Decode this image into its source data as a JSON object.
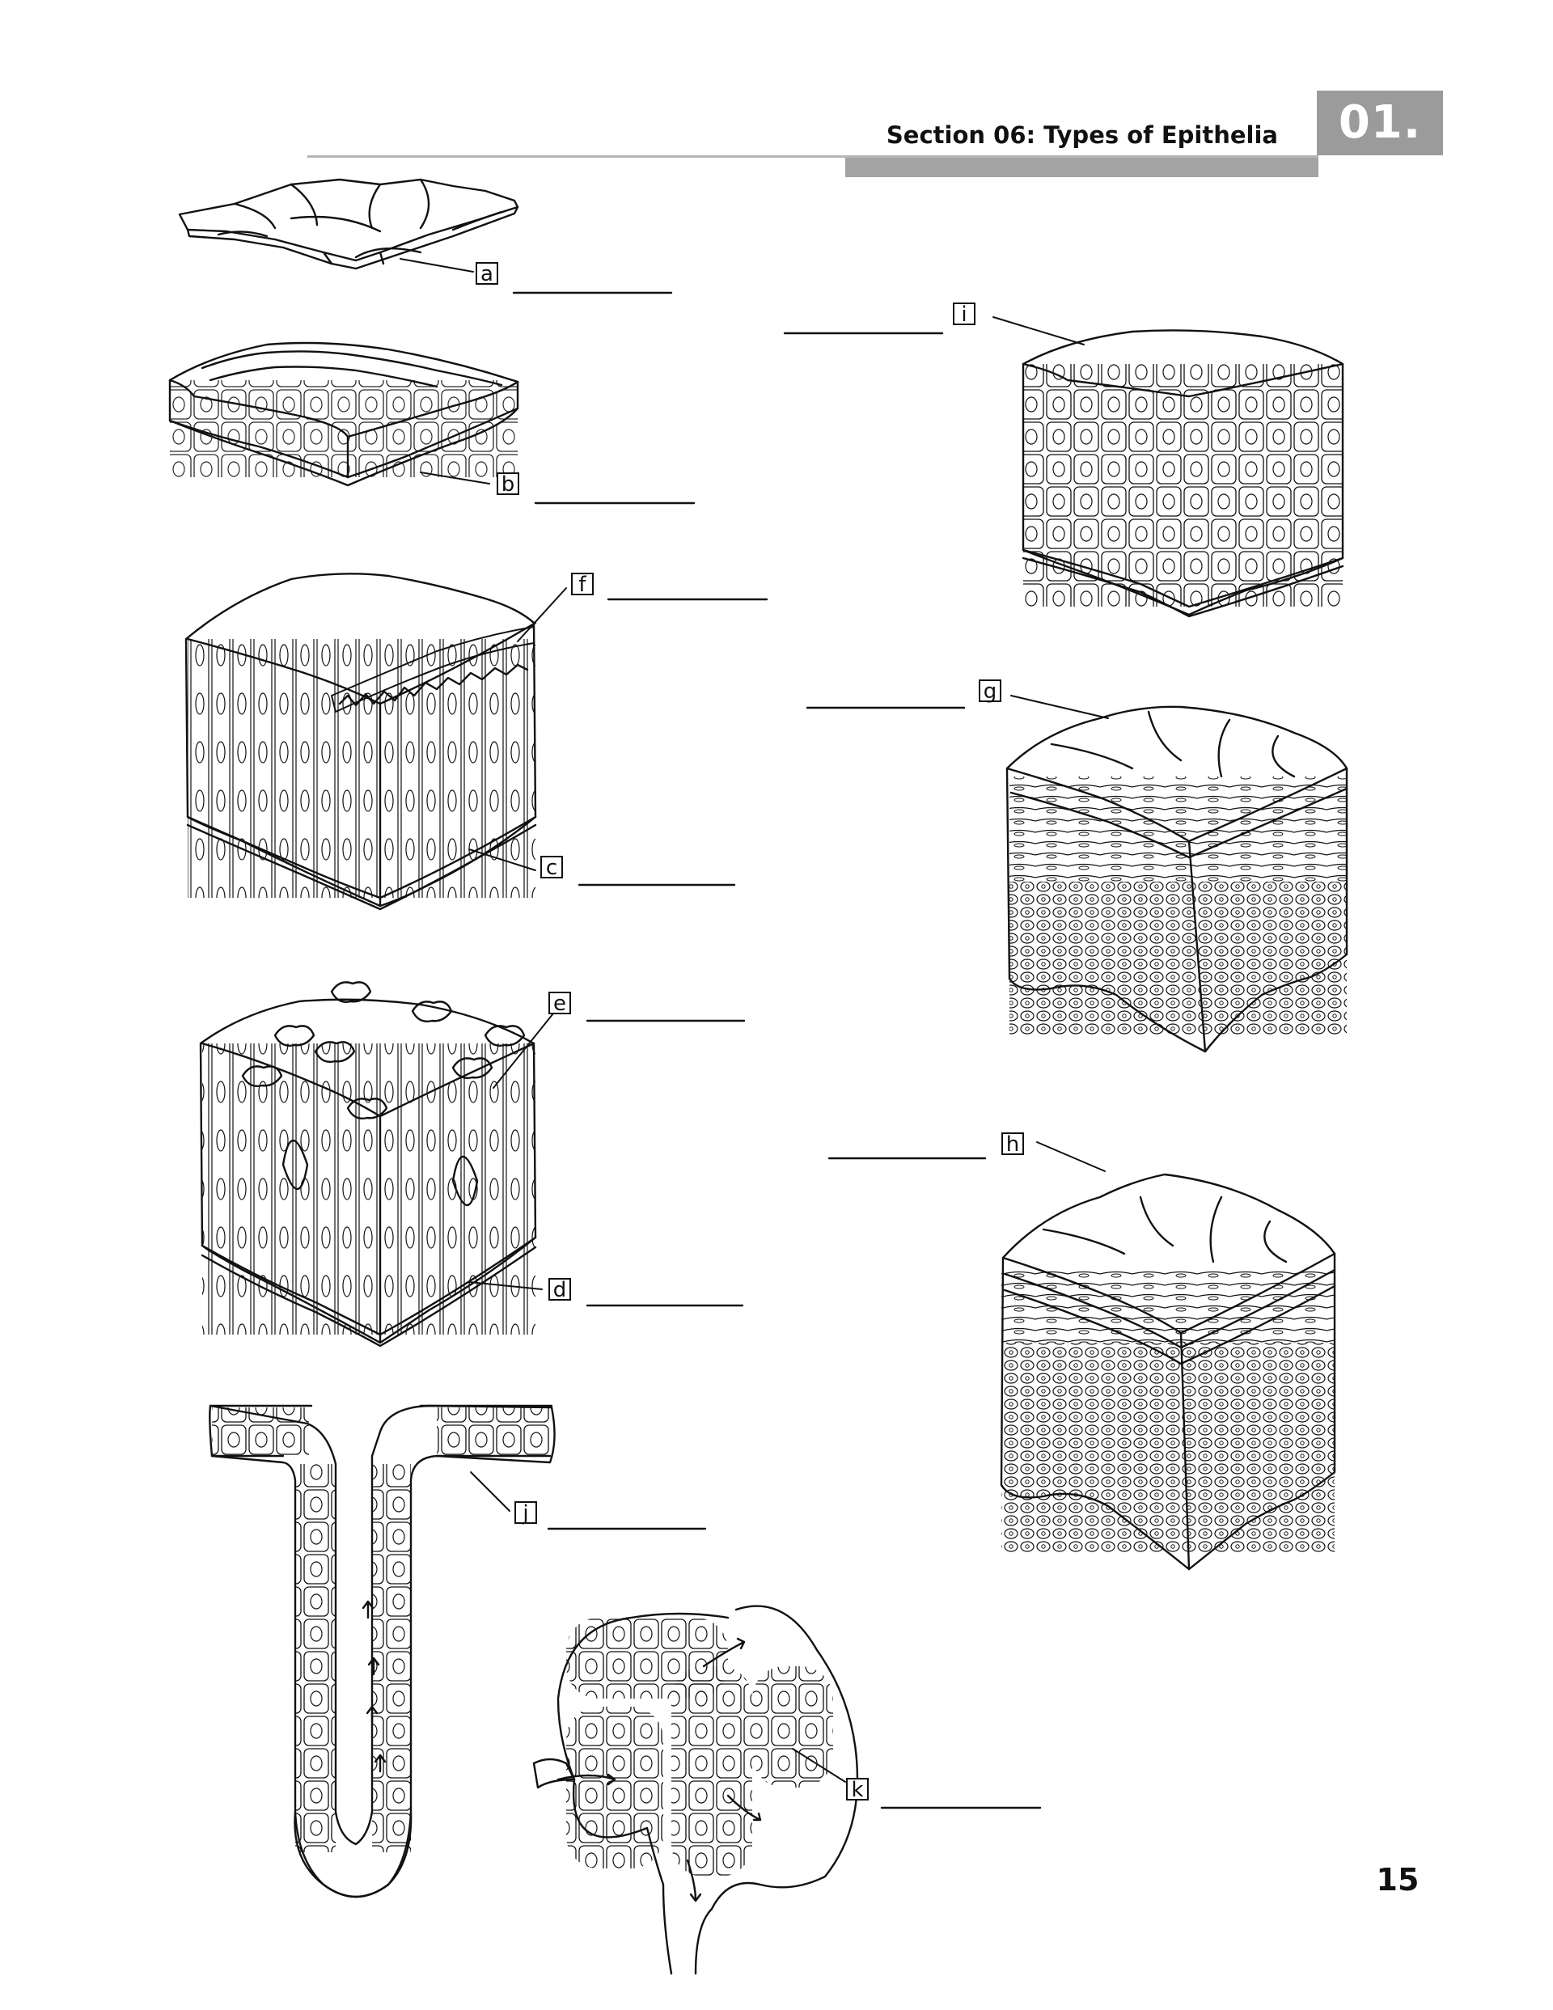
{
  "header": {
    "section_title": "Section 06: Types of Epithelia",
    "badge": "01."
  },
  "page_number": "15",
  "labels": [
    {
      "id": "a",
      "text": "a"
    },
    {
      "id": "b",
      "text": "b"
    },
    {
      "id": "c",
      "text": "c"
    },
    {
      "id": "d",
      "text": "d"
    },
    {
      "id": "e",
      "text": "e"
    },
    {
      "id": "f",
      "text": "f"
    },
    {
      "id": "g",
      "text": "g"
    },
    {
      "id": "h",
      "text": "h"
    },
    {
      "id": "i",
      "text": "i"
    },
    {
      "id": "j",
      "text": "j"
    },
    {
      "id": "k",
      "text": "k"
    }
  ]
}
